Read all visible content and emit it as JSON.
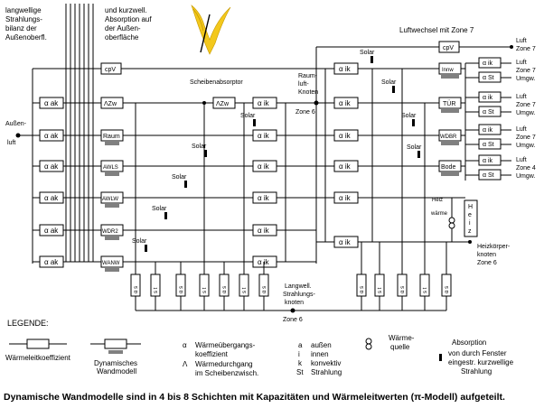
{
  "notes": {
    "left_title": [
      "langwellige",
      "Strahlungs-",
      "bilanz der",
      "Außenoberfl."
    ],
    "mid_title": [
      "und kurzwell.",
      "Absorption auf",
      "der Außen-",
      "oberfläche"
    ],
    "scheibenabsorptor": "Scheibenabsorptor",
    "raumluftknoten": [
      "Raum-",
      "luft-",
      "Knoten"
    ],
    "zone6": "Zone 6",
    "luftwechsel": "Luftwechsel mit Zone 7",
    "aussenluft": [
      "Außen-",
      "luft"
    ],
    "heizkoerper_knoten": [
      "Heizkörper-",
      "knoten",
      "Zone 6"
    ],
    "strahlungsknoten": [
      "Langwell.",
      "Strahlungs-",
      "knoten"
    ],
    "zone6_bottom": "Zone 6",
    "heiz_waerme": [
      "Heiz",
      "wärme"
    ]
  },
  "labels": {
    "alpha_ak": "α ak",
    "alpha_ik": "α ik",
    "alpha_st": "α St",
    "cpv": "cpV",
    "lambda_zw": "ΛZw",
    "raum": "Raum",
    "awls": "AWLS",
    "awlw": "AWLW",
    "wdr2": "WDR2",
    "wanw": "WANW",
    "innw": "Innw",
    "tur": "TÜR",
    "wdbr": "WDBR",
    "bode": "Bode",
    "solar": "Solar",
    "heiz_box": "Heiz",
    "alpha_s": "α s",
    "s_t": "s t"
  },
  "right_labels": [
    [
      "Luft",
      "Zone 7"
    ],
    [
      "Luft",
      "Zone 7",
      "Umgw."
    ],
    [
      "Luft",
      "Zone 7",
      "Umgw."
    ],
    [
      "Luft",
      "Zone 7",
      "Umgw."
    ],
    [
      "Luft",
      "Zone 4",
      "Umgw."
    ]
  ],
  "legend": {
    "title": "LEGENDE:",
    "waermeleit": "Wärmeleitkoeffizient",
    "dyn_wand": [
      "Dynamisches",
      "Wandmodell"
    ],
    "alpha_sym": "α",
    "alpha_text": [
      "Wärmeübergangs-",
      "koeffizient"
    ],
    "lambda_sym": "Λ",
    "lambda_text": [
      "Wärmedurchgang",
      "im Scheibenzwisch."
    ],
    "aik_syms": [
      "a",
      "i",
      "k",
      "St"
    ],
    "aik_text": [
      "außen",
      "innen",
      "konvektiv",
      "Strahlung"
    ],
    "quelle": [
      "Wärme-",
      "quelle"
    ],
    "absorption": [
      "Absorption",
      "von durch Fenster",
      "eingestr. kurzwellige",
      "Strahlung"
    ]
  },
  "caption": "Dynamische Wandmodelle sind in 4 bis 8 Schichten mit Kapazitäten und Wärmeleitwerten (π-Modell) aufgeteilt."
}
